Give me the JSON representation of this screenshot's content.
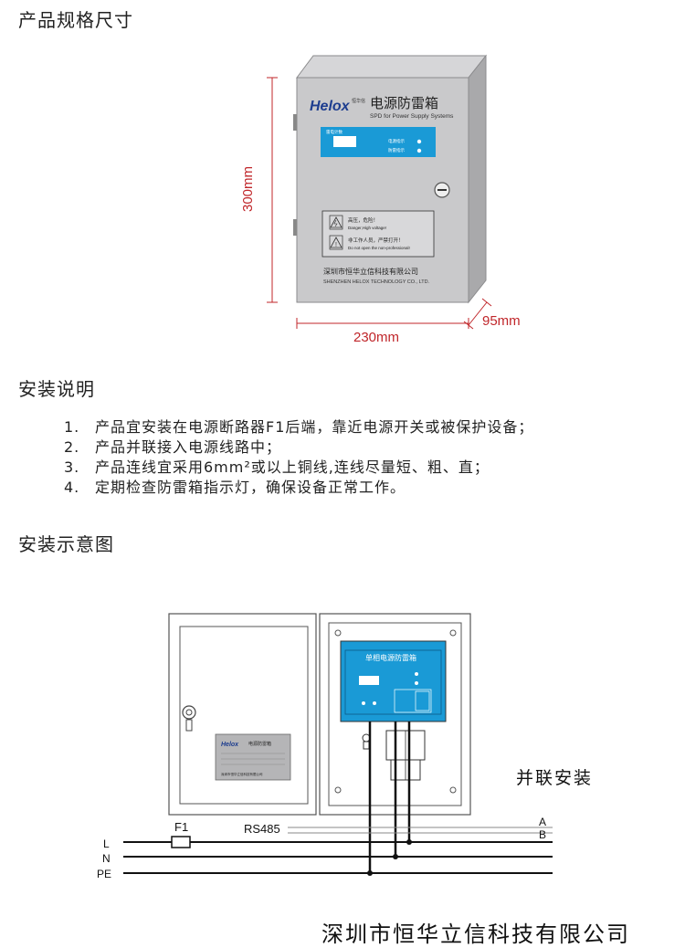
{
  "sections": {
    "dimensions_title": "产品规格尺寸",
    "instructions_title": "安装说明",
    "diagram_title": "安装示意图"
  },
  "product": {
    "brand": "Helox",
    "brand_cn": "恒华信",
    "name": "电源防雷箱",
    "name_en": "SPD for Power Supply Systems",
    "panel_title": "雷电计数",
    "indicator_power": "电源指示",
    "indicator_lightning": "防雷指示",
    "warning1_cn": "高压，危险！",
    "warning1_en": "Danger,High voltage!",
    "warning2_cn": "非工作人员，严禁打开！",
    "warning2_en": "Do not open the non-professional!",
    "company_cn": "深圳市恒华立信科技有限公司",
    "company_en": "SHENZHEN HELOX TECHNOLOGY CO., LTD."
  },
  "dimensions": {
    "height": "300mm",
    "width": "230mm",
    "depth": "95mm"
  },
  "instructions": [
    {
      "num": "1.",
      "text": "产品宜安装在电源断路器F1后端，靠近电源开关或被保护设备；"
    },
    {
      "num": "2.",
      "text": "产品并联接入电源线路中；"
    },
    {
      "num": "3.",
      "text": "产品连线宜采用6mm²或以上铜线,连线尽量短、粗、直；"
    },
    {
      "num": "4.",
      "text": "定期检查防雷箱指示灯，确保设备正常工作。"
    }
  ],
  "diagram": {
    "inner_title": "单相电源防雷箱",
    "parallel_label": "并联安装",
    "fuse": "F1",
    "rs485": "RS485",
    "line_a": "A",
    "line_b": "B",
    "line_l": "L",
    "line_n": "N",
    "line_pe": "PE",
    "door_label": "电源防雷箱",
    "door_company": "深圳市恒华立信科技有限公司"
  },
  "footer": {
    "company": "深圳市恒华立信科技有限公司"
  },
  "colors": {
    "dimension": "#c0262a",
    "panel_blue": "#1a9ad6",
    "box_gray": "#c9c9cb"
  }
}
